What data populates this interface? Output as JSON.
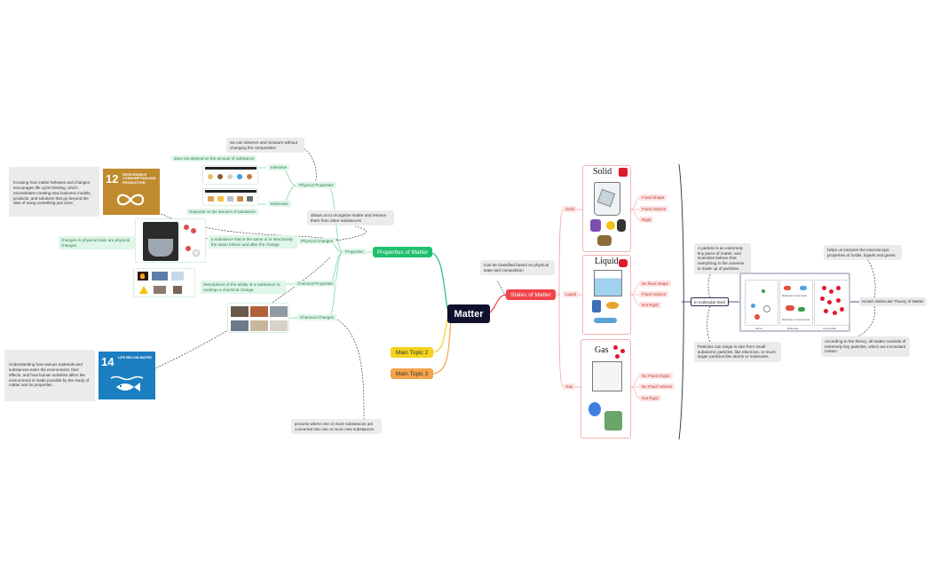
{
  "central": {
    "label": "Matter"
  },
  "main_topics": {
    "properties": "Properties of Matter",
    "states": "States of Matter",
    "topic2": "Main Topic 2",
    "topic3": "Main Topic 3"
  },
  "properties_branch": {
    "properties_label": "Properties",
    "physical_properties": "Physical Properties",
    "intensive": "Intensive",
    "extensive": "Extensive",
    "physical_changes": "Physical Changes",
    "chemical_properties": "Chemical Properties",
    "chemical_changes": "Chemical Changes",
    "intensive_desc": "does not depend on the amount of substance",
    "extensive_desc": "Depends on the amount of substance",
    "observe_note": "we can observe and measure without changing the composition",
    "recognize_note": "allows us to recognize matter and remove them from other substances",
    "physical_change_desc": "a substance that is the same or is structurally the same before and after the change",
    "physical_state_note": "changes in physical state are physical changes",
    "chemical_prop_desc": "descriptions of the ability of a substance to undergo a chemical change",
    "process_note": "process where one or more substances are converted into one or more new substances"
  },
  "sdg12": {
    "text": "Knowing how matter behaves and changes encourages life cycle thinking, which necessitates creating new business models, products, and solutions that go beyond the idea of using something just once.",
    "number": "12",
    "title": "RESPONSIBLE CONSUMPTION AND PRODUCTION",
    "color": "#bf8b2e"
  },
  "sdg14": {
    "text": "Understanding how various materials and substances enter the environment, their effects, and how human activities affect the environment is made possible by the study of matter and its properties.",
    "number": "14",
    "title": "LIFE BELOW WATER",
    "color": "#1a7ec1"
  },
  "states_branch": {
    "classified_note": "Can be classified based on physical state and composition",
    "solid": "Solid",
    "liquid": "Liquid",
    "gas": "Gas",
    "solid_title": "Solid",
    "liquid_title": "Liquid",
    "gas_title": "Gas",
    "solid_props": [
      "Fixed Shape",
      "Fixed Volume",
      "Rigid"
    ],
    "liquid_props": [
      "No fixed shape",
      "Fixed Volume",
      "Not Rigid"
    ],
    "gas_props": [
      "No Fixed shape",
      "No Fixed Volume",
      "Not Rigid"
    ]
  },
  "molecular": {
    "level_label": "in molecular level",
    "particle_note": "A particle is an extremely tiny piece of matter, and scientists believe that everything in the universe is made up of particles.",
    "size_note": "Particles can range in size from small subatomic particles, like electrons, or much larger particles like atoms or molecules.",
    "helps_note": "helps us interpret the macroscopic properties of solids, liquids and gases",
    "theory_label": "Kinetic Molecular Theory of Matter",
    "theory_note": "According to the theory, all matter consists of extremely tiny particles, which are inconstant motion.",
    "diagram_labels": {
      "atoms": "Atoms",
      "molecules": "Molecules",
      "compounds": "Compounds",
      "mol_elements": "Molecules of elements",
      "mol_compounds": "Molecules of compounds"
    }
  },
  "colors": {
    "green": "#1fbf6e",
    "red": "#f2424a",
    "yellow": "#f5d21f",
    "orange": "#f4a34a",
    "navy": "#0f0f2e"
  }
}
